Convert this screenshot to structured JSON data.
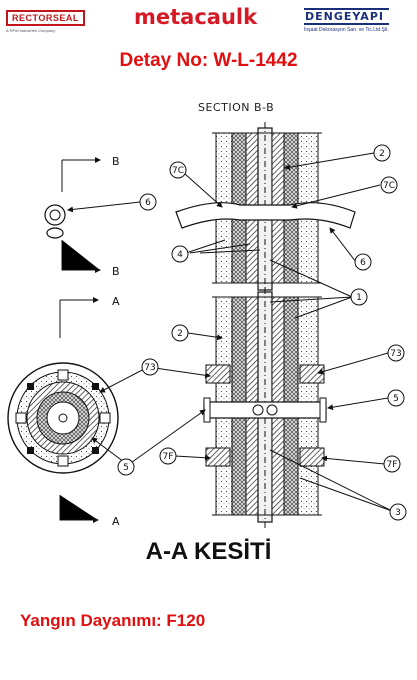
{
  "logos": {
    "rectorseal": "RECTORSEAL",
    "rectorseal_tagline": "A RPM Industries Company",
    "metacaulk": "metacaulk",
    "dengeyapi": "DENGEYAPI",
    "dengeyapi_tagline": "İnşaat Dekorasyon San. ve Tic.Ltd.Şti."
  },
  "detail_number": "Detay No: W-L-1442",
  "section_title": "SECTION B-B",
  "section_markers": {
    "b_top": "B",
    "b_bottom": "B",
    "a_top": "A",
    "a_bottom": "A"
  },
  "callouts": {
    "c_7c_left": "7C",
    "c_2_top": "2",
    "c_7c_right": "7C",
    "c_6_left": "6",
    "c_4": "4",
    "c_6_right": "6",
    "c_1": "1",
    "c_2_mid": "2",
    "c_73_left": "73",
    "c_73_right": "73",
    "c_5_right": "5",
    "c_5_left": "5",
    "c_7f_left": "7F",
    "c_7f_right": "7F",
    "c_3": "3"
  },
  "aa_title": "A-A KESİTİ",
  "fire_rating": "Yangın Dayanımı: F120"
}
